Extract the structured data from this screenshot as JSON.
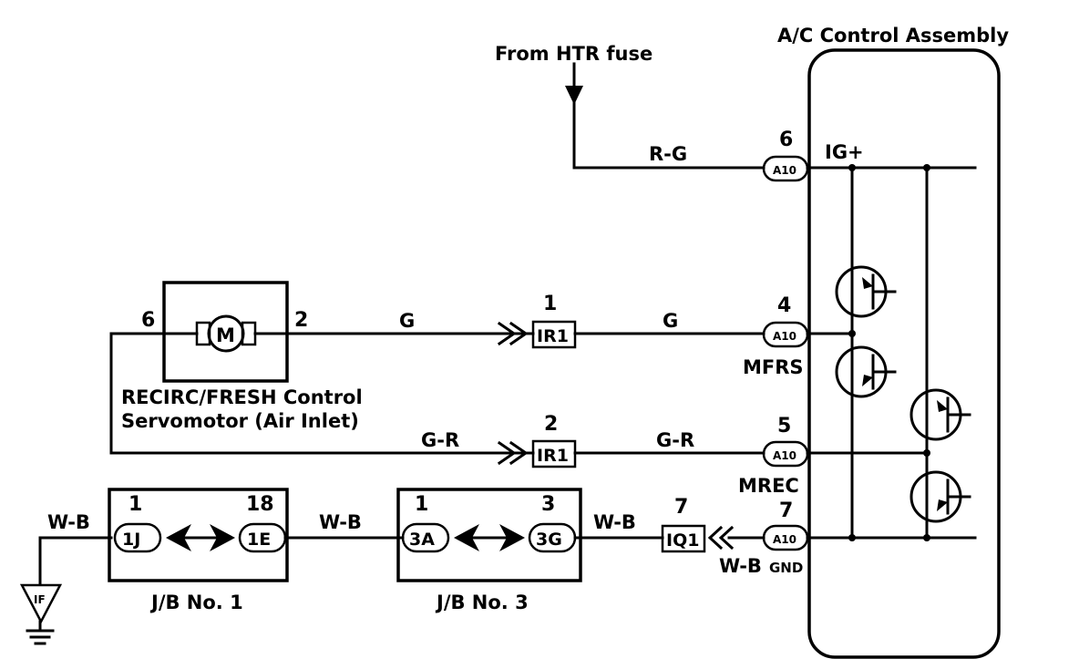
{
  "labels": {
    "assembly": "A/C Control Assembly",
    "htr_fuse": "From HTR fuse",
    "servo_line1": "RECIRC/FRESH Control",
    "servo_line2": "Servomotor (Air Inlet)",
    "jb1": "J/B No. 1",
    "jb3": "J/B No. 3"
  },
  "wires": {
    "rg": "R-G",
    "g_left": "G",
    "g_right": "G",
    "gr_left": "G-R",
    "gr_right": "G-R",
    "wb_ground": "W-B",
    "wb_mid": "W-B",
    "wb_right": "W-B",
    "wb_gnd_a": "W-B",
    "wb_gnd_b": "GND"
  },
  "terminals": {
    "ig": "IG+",
    "mfrs": "MFRS",
    "mrec": "MREC"
  },
  "pins": {
    "a10_6": "6",
    "a10_4": "4",
    "a10_5": "5",
    "a10_7": "7",
    "motor_left": "6",
    "motor_right": "2",
    "ir1_top": "1",
    "ir1_bottom": "2",
    "iq1": "7",
    "jb1_left": "1",
    "jb1_right": "18",
    "jb3_left": "1",
    "jb3_right": "3"
  },
  "connectors": {
    "a10": "A10",
    "ir1": "IR1",
    "iq1": "IQ1",
    "j1": "1J",
    "e1": "1E",
    "a3": "3A",
    "g3": "3G",
    "ground_tag": "IF"
  },
  "motor": "M"
}
